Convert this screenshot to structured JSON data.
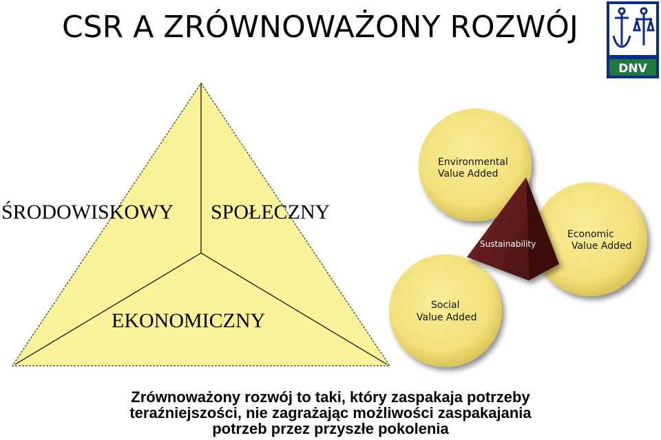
{
  "header": {
    "title": "CSR A ZRÓWNOWAŻONY ROZWÓJ",
    "logo_text": "DNV",
    "brand_color": "#0a2a8c",
    "logo_green": "#1e7a3c"
  },
  "pyramid": {
    "fill_color": "#fbf39a",
    "labels": {
      "left": "ŚRODOWISKOWY",
      "right": "SPOŁECZNY",
      "bottom": "EKONOMICZNY"
    }
  },
  "diagram": {
    "disc_color": "#f5e78a",
    "triangle_color": "#5e1a1a",
    "discs": {
      "environmental": [
        "Environmental",
        "Value Added"
      ],
      "economic": [
        "Economic",
        "Value Added"
      ],
      "social": [
        "Social",
        "Value Added"
      ]
    },
    "center": "Sustainability"
  },
  "footer": {
    "lines": [
      "Zrównoważony rozwój to taki, który zaspakaja potrzeby",
      "teraźniejszości,  nie zagrażając możliwości zaspakajania",
      "potrzeb przez przyszłe pokolenia"
    ]
  }
}
